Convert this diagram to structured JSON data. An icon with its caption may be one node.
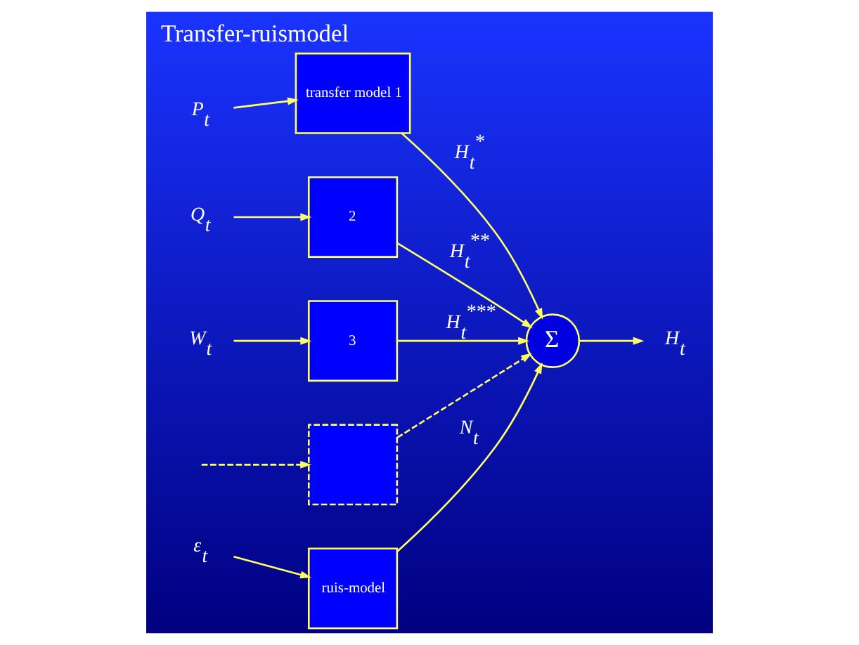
{
  "diagram": {
    "title": "Transfer-ruismodel",
    "nodes": [
      {
        "text": [
          "transfer model 1"
        ]
      },
      {
        "text": [
          "2"
        ]
      },
      {
        "text": [
          "3"
        ]
      },
      {
        "text": [],
        "shape": "box"
      },
      {
        "text": [
          "ruis-model"
        ]
      },
      {
        "text": [
          "Σ"
        ]
      },
      {
        "text": [
          "P$_{t}$"
        ]
      },
      {
        "text": [
          "Q$_{t}$"
        ]
      },
      {
        "text": [
          "W$_{t}$"
        ]
      },
      {
        "text": [
          "ε$_{t}$"
        ]
      },
      {
        "text": [
          "H$_{t}$"
        ]
      }
    ],
    "edges": [
      {
        "from": 6,
        "to": 0,
        "arrow": "to"
      },
      {
        "from": 7,
        "to": 1,
        "arrow": "to"
      },
      {
        "from": 8,
        "to": 2,
        "arrow": "to"
      },
      {
        "from": null,
        "to": 3,
        "arrow": "to",
        "style": "dashed"
      },
      {
        "from": 9,
        "to": 4,
        "arrow": "to"
      },
      {
        "from": 0,
        "to": 5,
        "arrow": "to",
        "label": "H$_{t}$$^{*}$"
      },
      {
        "from": 1,
        "to": 5,
        "arrow": "to",
        "label": "H$_{t}$$^{**}$"
      },
      {
        "from": 2,
        "to": 5,
        "arrow": "to",
        "label": "H$_{t}$$^{***}$"
      },
      {
        "from": 3,
        "to": 5,
        "arrow": "to",
        "style": "dashed"
      },
      {
        "from": 4,
        "to": 5,
        "arrow": "to",
        "label": "N$_{t}$"
      },
      {
        "from": 5,
        "to": 10,
        "arrow": "to"
      }
    ]
  }
}
